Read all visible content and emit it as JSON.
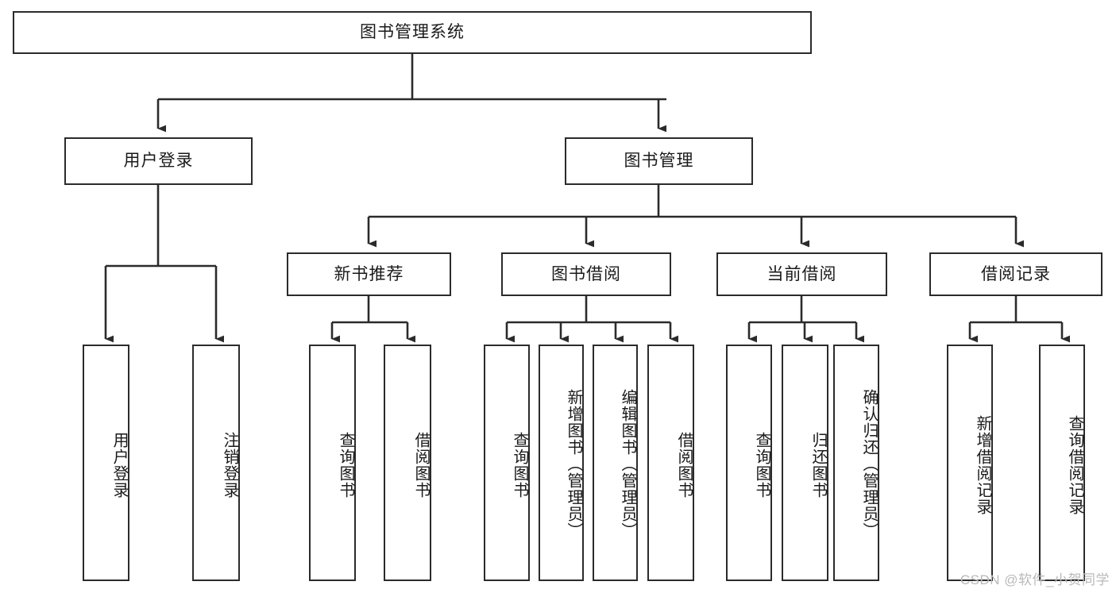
{
  "diagram": {
    "type": "tree",
    "title": "图书管理系统",
    "orientation": "top-down",
    "colors": {
      "box_border": "#2b2b2b",
      "box_fill": "#ffffff",
      "edge": "#2b2b2b",
      "text": "#1a1a1a",
      "watermark": "#b9b9b9"
    },
    "root": {
      "label": "图书管理系统"
    },
    "level1": [
      {
        "id": "user-login",
        "label": "用户登录"
      },
      {
        "id": "book-management",
        "label": "图书管理"
      }
    ],
    "level2": [
      {
        "id": "new-book-recommend",
        "label": "新书推荐",
        "parent": "book-management"
      },
      {
        "id": "book-borrow",
        "label": "图书借阅",
        "parent": "book-management"
      },
      {
        "id": "current-borrow",
        "label": "当前借阅",
        "parent": "book-management"
      },
      {
        "id": "borrow-record",
        "label": "借阅记录",
        "parent": "book-management"
      }
    ],
    "leaves": {
      "user-login": [
        {
          "id": "leaf-user-login",
          "label": "用户登录"
        },
        {
          "id": "leaf-user-logout",
          "label": "注销登录"
        }
      ],
      "new-book-recommend": [
        {
          "id": "leaf-query-book-1",
          "label": "查询图书"
        },
        {
          "id": "leaf-borrow-book-1",
          "label": "借阅图书"
        }
      ],
      "book-borrow": [
        {
          "id": "leaf-query-book-2",
          "label": "查询图书"
        },
        {
          "id": "leaf-add-book",
          "label": "新增图书（管理员）"
        },
        {
          "id": "leaf-edit-book",
          "label": "编辑图书（管理员）"
        },
        {
          "id": "leaf-borrow-book-2",
          "label": "借阅图书"
        }
      ],
      "current-borrow": [
        {
          "id": "leaf-query-book-3",
          "label": "查询图书"
        },
        {
          "id": "leaf-return-book",
          "label": "归还图书"
        },
        {
          "id": "leaf-confirm-return",
          "label": "确认归还（管理员）"
        }
      ],
      "borrow-record": [
        {
          "id": "leaf-add-record",
          "label": "新增借阅记录"
        },
        {
          "id": "leaf-query-record",
          "label": "查询借阅记录"
        }
      ]
    }
  },
  "watermark": {
    "text": "CSDN @软件_小贺同学"
  }
}
